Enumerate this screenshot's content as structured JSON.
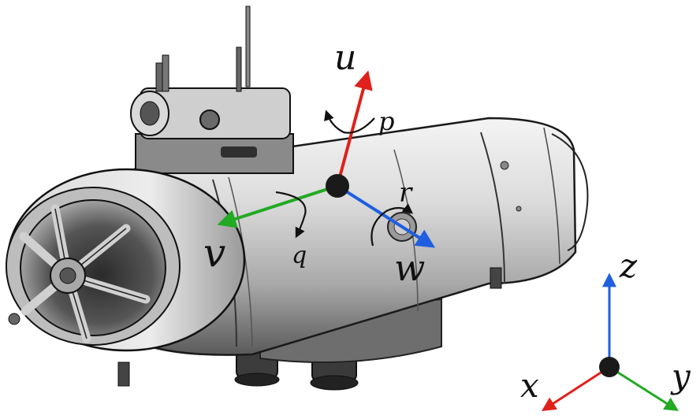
{
  "body_frame": {
    "u": "u",
    "v": "v",
    "w": "w",
    "p": "p",
    "q": "q",
    "r": "r"
  },
  "world_frame": {
    "x": "x",
    "y": "y",
    "z": "z"
  },
  "colors": {
    "x_axis": "#e0201a",
    "y_axis": "#22aa22",
    "z_axis": "#1f5fe0",
    "origin": "#1a1a1a",
    "rotation": "#111111"
  }
}
